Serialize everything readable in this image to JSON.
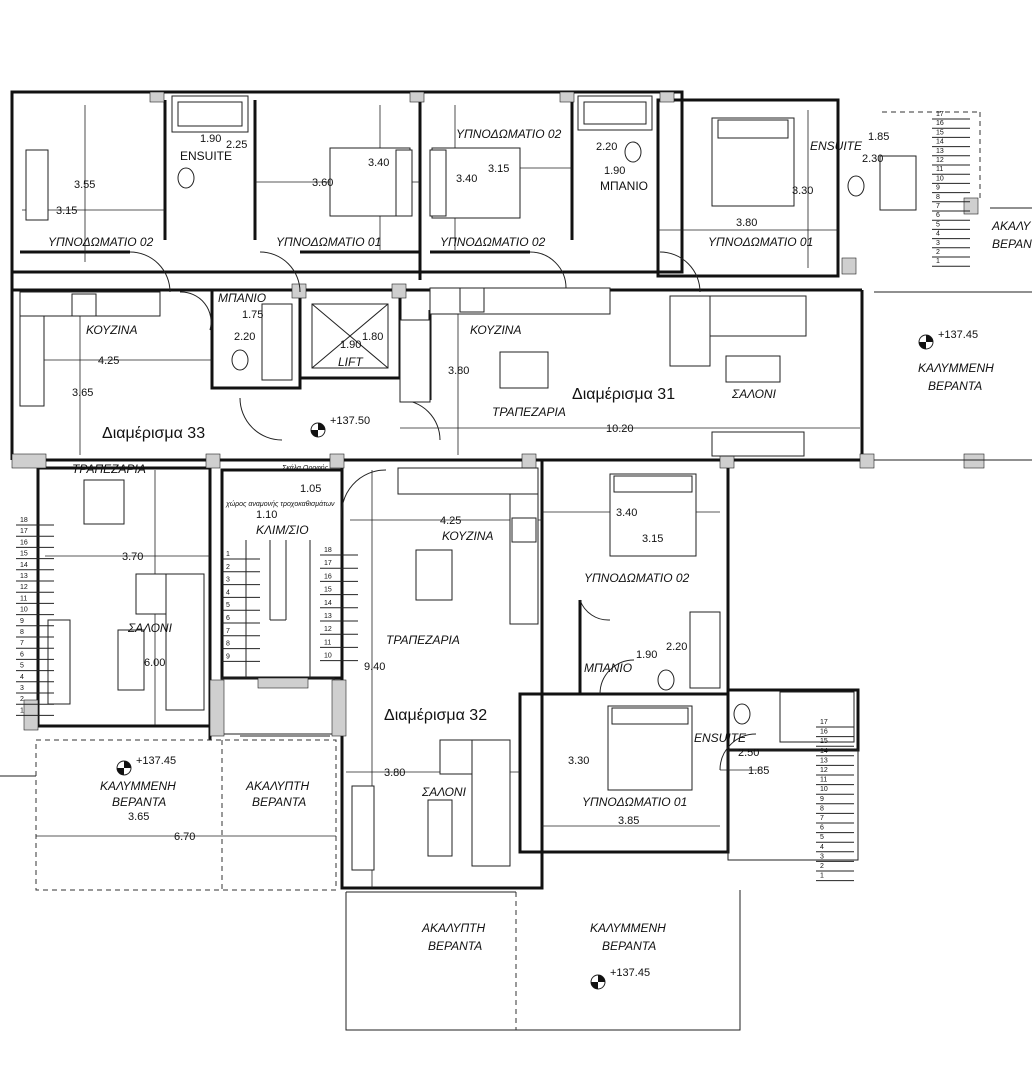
{
  "apartments": {
    "apt31": "Διαμέρισμα 31",
    "apt32": "Διαμέρισμα 32",
    "apt33": "Διαμέρισμα 33"
  },
  "rooms": {
    "bed02_top_left": "ΥΠΝΟΔΩΜΑΤΙΟ 02",
    "bed01_top": "ΥΠΝΟΔΩΜΑΤΙΟ 01",
    "bed02_top_mid": "ΥΠΝΟΔΩΜΑΤΙΟ 02",
    "bed02_top_mid_upper": "ΥΠΝΟΔΩΜΑΤΙΟ 02",
    "bed01_top_right": "ΥΠΝΟΔΩΜΑΤΙΟ 01",
    "ensuite_top_left": "ENSUITE",
    "ensuite_top_right": "ENSUITE",
    "bath_top_mid": "ΜΠΑΝΙΟ",
    "bath_33": "ΜΠΑΝΙΟ",
    "kitchen_33": "ΚΟΥΖΙΝΑ",
    "kitchen_31": "ΚΟΥΖΙΝΑ",
    "lift": "LIFT",
    "dining_31": "ΤΡΑΠΕΖΑΡΙΑ",
    "living_31": "ΣΑΛΟΝΙ",
    "dining_33": "ΤΡΑΠΕΖΑΡΙΑ",
    "living_33": "ΣΑΛΟΝΙ",
    "stairs": "ΚΛΙΜ/ΣΙΟ",
    "kitchen_32": "ΚΟΥΖΙΝΑ",
    "dining_32": "ΤΡΑΠΕΖΑΡΙΑ",
    "bed02_32": "ΥΠΝΟΔΩΜΑΤΙΟ 02",
    "bath_32": "ΜΠΑΝΙΟ",
    "ensuite_32": "ENSUITE",
    "bed01_32": "ΥΠΝΟΔΩΜΑΤΙΟ 01",
    "living_32": "ΣΑΛΟΝΙ",
    "roof_stair": "Σκάλα Οροφής",
    "waiting_area": "χώρος αναμονής τροχοκαθισμάτων",
    "veranda_right_1": "ΚΑΛΥΜΜΕΝΗ",
    "veranda_right_2": "ΒΕΡΑΝΤΑ",
    "veranda_left_1": "ΚΑΛΥΜΜΕΝΗ",
    "veranda_left_2": "ΒΕΡΑΝΤΑ",
    "open_left_1": "ΑΚΑΛΥΠΤΗ",
    "open_left_2": "ΒΕΡΑΝΤΑ",
    "open_bottom_1": "ΑΚΑΛΥΠΤΗ",
    "open_bottom_2": "ΒΕΡΑΝΤΑ",
    "veranda_bottom_1": "ΚΑΛΥΜΜΕΝΗ",
    "veranda_bottom_2": "ΒΕΡΑΝΤΑ",
    "edge_right_1": "ΑΚΑΛΥ",
    "edge_right_2": "ΒΕΡΑΝ"
  },
  "levels": {
    "center": "+137.50",
    "right": "+137.45",
    "left": "+137.45",
    "bottom": "+137.45"
  },
  "dimensions": [
    "1.90",
    "2.25",
    "3.55",
    "3.15",
    "3.40",
    "3.60",
    "3.40",
    "3.15",
    "2.20",
    "1.90",
    "1.85",
    "2.30",
    "3.30",
    "3.80",
    "1.75",
    "2.20",
    "1.90",
    "1.80",
    "4.25",
    "3.65",
    "3.80",
    "10.20",
    "1.05",
    "1.10",
    "4.25",
    "3.40",
    "3.15",
    "3.70",
    "6.00",
    "9.40",
    "2.20",
    "1.90",
    "3.30",
    "2.50",
    "1.85",
    "3.80",
    "3.85",
    "3.65",
    "6.70"
  ],
  "stair_numbers": {
    "main_left": [
      "1",
      "2",
      "3",
      "4",
      "5",
      "6",
      "7",
      "8",
      "9"
    ],
    "main_right": [
      "18",
      "17",
      "16",
      "15",
      "14",
      "13",
      "12",
      "11",
      "10"
    ],
    "top_right": [
      "17",
      "16",
      "15",
      "14",
      "13",
      "12",
      "11",
      "10",
      "9",
      "8",
      "7",
      "6",
      "5",
      "4",
      "3",
      "2",
      "1"
    ],
    "left_edge": [
      "18",
      "17",
      "16",
      "15",
      "14",
      "13",
      "12",
      "11",
      "10",
      "9",
      "8",
      "7",
      "6",
      "5",
      "4",
      "3",
      "2",
      "1"
    ],
    "bottom_right": [
      "17",
      "16",
      "15",
      "14",
      "13",
      "12",
      "11",
      "10",
      "9",
      "8",
      "7",
      "6",
      "5",
      "4",
      "3",
      "2",
      "1"
    ]
  }
}
